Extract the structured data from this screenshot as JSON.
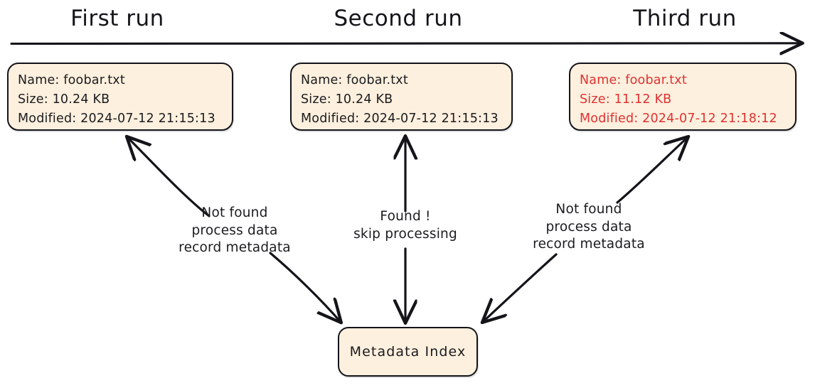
{
  "diagram": {
    "title_timeline_axis": "timeline-arrow",
    "runs": [
      {
        "title": "First run",
        "card": {
          "name_line": "Name: foobar.txt",
          "size_line": "Size: 10.24 KB",
          "modified_line": "Modified: 2024-07-12 21:15:13",
          "highlighted": false
        },
        "edge_label": [
          "Not found",
          "process data",
          "record metadata"
        ],
        "edge_kind": "bidirectional-diagonal"
      },
      {
        "title": "Second run",
        "card": {
          "name_line": "Name: foobar.txt",
          "size_line": "Size: 10.24 KB",
          "modified_line": "Modified: 2024-07-12 21:15:13",
          "highlighted": false
        },
        "edge_label": [
          "Found !",
          "skip processing"
        ],
        "edge_kind": "bidirectional-vertical"
      },
      {
        "title": "Third run",
        "card": {
          "name_line": "Name: foobar.txt",
          "size_line": "Size: 11.12 KB",
          "modified_line": "Modified: 2024-07-12 21:18:12",
          "highlighted": true
        },
        "edge_label": [
          "Not found",
          "process data",
          "record metadata"
        ],
        "edge_kind": "bidirectional-diagonal"
      }
    ],
    "index_node": {
      "label": "Metadata Index"
    },
    "colors": {
      "card_fill": "#fdf0de",
      "stroke": "#14141a",
      "text": "#1b1b1f",
      "highlight_text": "#e03131",
      "background": "#ffffff"
    }
  }
}
